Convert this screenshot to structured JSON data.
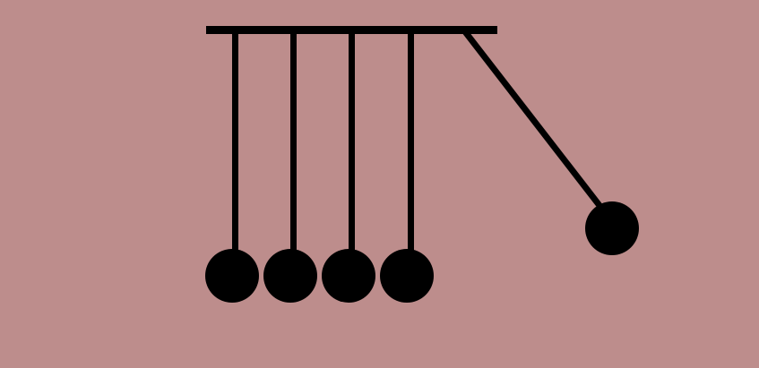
{
  "scene": {
    "name": "newtons-cradle",
    "background_color": "#bd8d8c",
    "ink_color": "#000000",
    "pendulum_count": 5,
    "resting_pendulum_count": 4,
    "swinging_pendulum_count": 1,
    "swing_side": "right"
  }
}
